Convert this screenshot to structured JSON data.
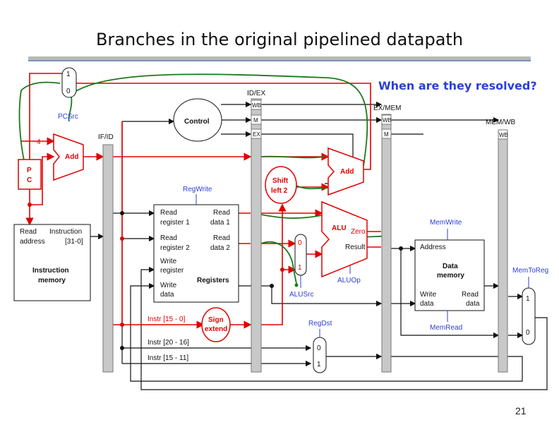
{
  "slide": {
    "title": "Branches in the original pipelined datapath",
    "question": "When are they resolved?",
    "page_number": "21"
  },
  "pipeline_registers": {
    "if_id": "IF/ID",
    "id_ex": "ID/EX",
    "ex_mem": "EX/MEM",
    "mem_wb": "MEM/WB",
    "wb": "WB",
    "m": "M",
    "ex": "EX"
  },
  "components": {
    "pc": "PC",
    "pc_line1": "P",
    "pc_line2": "C",
    "add": "Add",
    "four": "4",
    "control": "Control",
    "shift_left_1": "Shift",
    "shift_left_2": "left 2",
    "alu": "ALU",
    "zero": "Zero",
    "result": "Result",
    "sign_extend_1": "Sign",
    "sign_extend_2": "extend",
    "mux_top": "1",
    "mux_bottom": "0"
  },
  "instruction_memory": {
    "read_address_1": "Read",
    "read_address_2": "address",
    "instruction_1": "Instruction",
    "instruction_2": "[31-0]",
    "name_1": "Instruction",
    "name_2": "memory"
  },
  "registers": {
    "read_reg1_1": "Read",
    "read_reg1_2": "register 1",
    "read_reg2_1": "Read",
    "read_reg2_2": "register 2",
    "write_reg_1": "Write",
    "write_reg_2": "register",
    "write_data_1": "Write",
    "write_data_2": "data",
    "read_data1_1": "Read",
    "read_data1_2": "data 1",
    "read_data2_1": "Read",
    "read_data2_2": "data 2",
    "name": "Registers"
  },
  "data_memory": {
    "address": "Address",
    "name_1": "Data",
    "name_2": "memory",
    "write_data_1": "Write",
    "write_data_2": "data",
    "read_data_1": "Read",
    "read_data_2": "data"
  },
  "instruction_fields": {
    "instr_15_0": "Instr [15 - 0]",
    "instr_20_16": "Instr [20 - 16]",
    "instr_15_11": "Instr [15 - 11]"
  },
  "control_signals": {
    "pcsrc": "PCSrc",
    "regwrite": "RegWrite",
    "alusrc": "ALUSrc",
    "aluop": "ALUOp",
    "regdst": "RegDst",
    "memwrite": "MemWrite",
    "memread": "MemRead",
    "memtoreg": "MemToReg"
  },
  "colors": {
    "datapath_red": "#e00000",
    "annotation_green": "#1a7a1a",
    "signal_blue": "#2b3fd6",
    "register_gray": "#c8c8c8"
  }
}
